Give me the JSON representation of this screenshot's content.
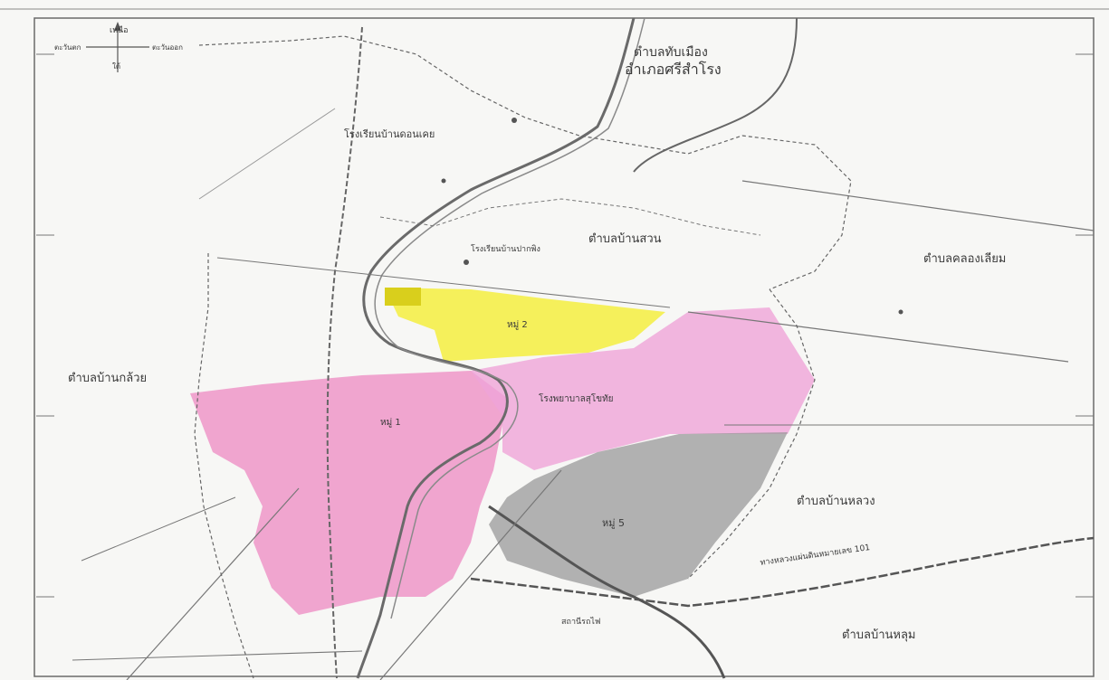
{
  "map": {
    "north_label": "เหนือ",
    "compass": {
      "west": "ตะวันตก",
      "east": "ตะวันออก",
      "south": "ใต้"
    },
    "colors": {
      "paper": "#f7f7f5",
      "frame": "#5a5a5a",
      "line": "#777777",
      "road": "#666666",
      "yellow_zone": "#f4ee4a",
      "pink_zone": "#ef97c8",
      "pink_zone_light": "#efa4d8",
      "gray_zone": "#9a9a9a",
      "text": "#3a3a3a"
    },
    "labels": {
      "tambon_north": "ตำบลทับเมือง",
      "amphoe_north": "อำเภอศรีสำโรง",
      "tambon_center": "ตำบลบ้านสวน",
      "tambon_east": "ตำบลคลองเลียม",
      "tambon_west": "ตำบลบ้านกล้วย",
      "tambon_southeast": "ตำบลบ้านหลวง",
      "tambon_south": "ตำบลบ้านหลุม",
      "moo_yellow": "หมู่ 2",
      "moo_pink": "หมู่ 1",
      "moo_gray": "หมู่ 5",
      "school_north": "โรงเรียนบ้านดอนเคย",
      "school_center": "โรงเรียนบ้านปากพิง",
      "hospital": "โรงพยาบาลสุโขทัย",
      "station": "สถานีรถไฟ",
      "highway_label": "ทางหลวงแผ่นดินหมายเลข 101"
    }
  }
}
